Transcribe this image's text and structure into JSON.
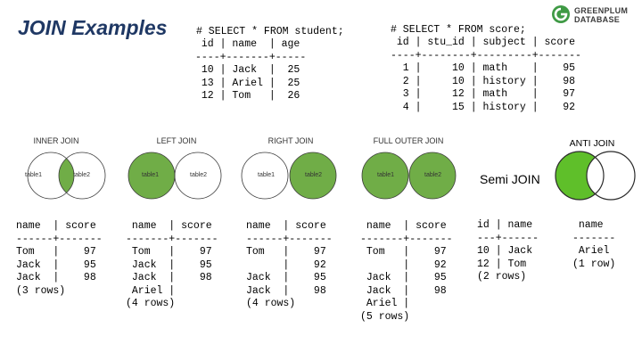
{
  "page": {
    "title": "JOIN Examples"
  },
  "logo": {
    "line1": "GREENPLUM",
    "line2": "DATABASE"
  },
  "student_query": {
    "command": "# SELECT * FROM student;",
    "rows_text": " id | name  | age\n----+-------+-----\n 10 | Jack  |  25\n 13 | Ariel |  25\n 12 | Tom   |  26"
  },
  "score_query": {
    "command": "# SELECT * FROM score;",
    "rows_text": " id | stu_id | subject | score\n----+--------+---------+-------\n  1 |     10 | math    |    95\n  2 |     10 | history |    98\n  3 |     12 | math    |    97\n  4 |     15 | history |    92"
  },
  "diagram_labels": {
    "table1": "table1",
    "table2": "table2"
  },
  "colors": {
    "fill": "#70ad47",
    "stroke": "#3a3a3a"
  },
  "joins": {
    "inner": {
      "label": "INNER JOIN",
      "result": "name  | score\n------+-------\nTom   |    97\nJack  |    95\nJack  |    98\n(3 rows)"
    },
    "left": {
      "label": "LEFT JOIN",
      "result": " name  | score\n-------+-------\n Tom   |    97\n Jack  |    95\n Jack  |    98\n Ariel |\n(4 rows)"
    },
    "right": {
      "label": "RIGHT JOIN",
      "result": "name  | score\n------+-------\nTom   |    97\n      |    92\nJack  |    95\nJack  |    98\n(4 rows)"
    },
    "full": {
      "label": "FULL OUTER JOIN",
      "result": " name  | score\n-------+-------\n Tom   |    97\n       |    92\n Jack  |    95\n Jack  |    98\n Ariel |\n(5 rows)"
    },
    "semi": {
      "label": "Semi JOIN",
      "result": "id | name\n---+------\n10 | Jack\n12 | Tom\n(2 rows)"
    },
    "anti": {
      "label": "ANTI JOIN",
      "result": " name\n-------\n Ariel\n(1 row)"
    }
  }
}
